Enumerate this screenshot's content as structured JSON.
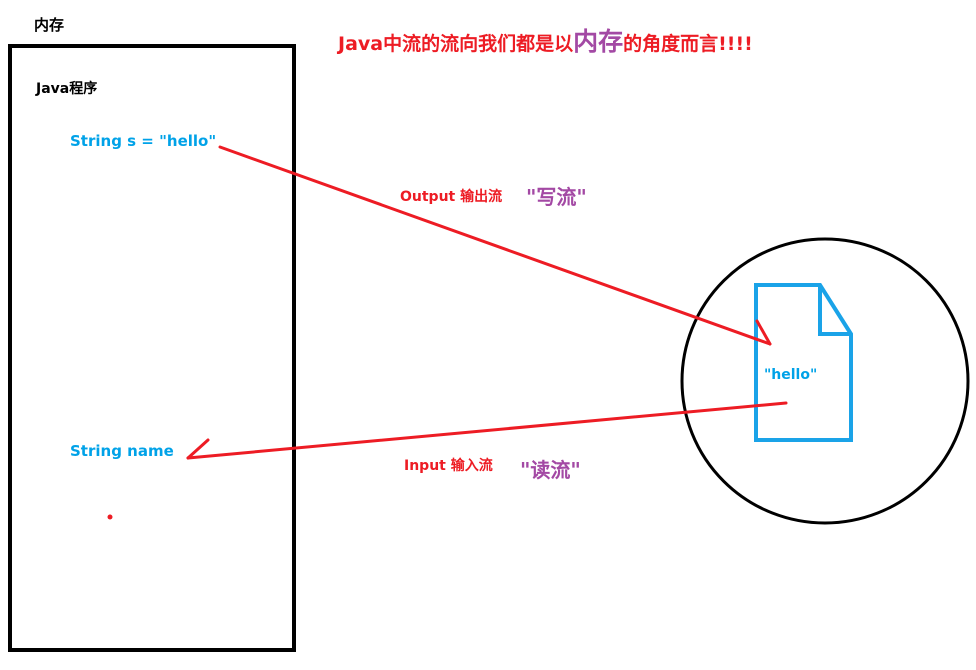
{
  "memory_label": "内存",
  "java_program_label": "Java程序",
  "heading": {
    "prefix": "Java中流的流向我们都是以",
    "emphasis": "内存",
    "suffix": "的角度而言!!!!"
  },
  "code": {
    "string_s": "String s = \"hello\"",
    "string_name": "String name"
  },
  "file_text": "\"hello\"",
  "output_stream": {
    "label": "Output 输出流",
    "quote": "\"写流\""
  },
  "input_stream": {
    "label": "Input 输入流",
    "quote": "\"读流\""
  },
  "colors": {
    "heading": "#ed1c24",
    "emphasis": "#a349a4",
    "code": "#00a2e8",
    "arrow": "#ed1c24",
    "file": "#1aa3e8",
    "outline": "#000000"
  }
}
